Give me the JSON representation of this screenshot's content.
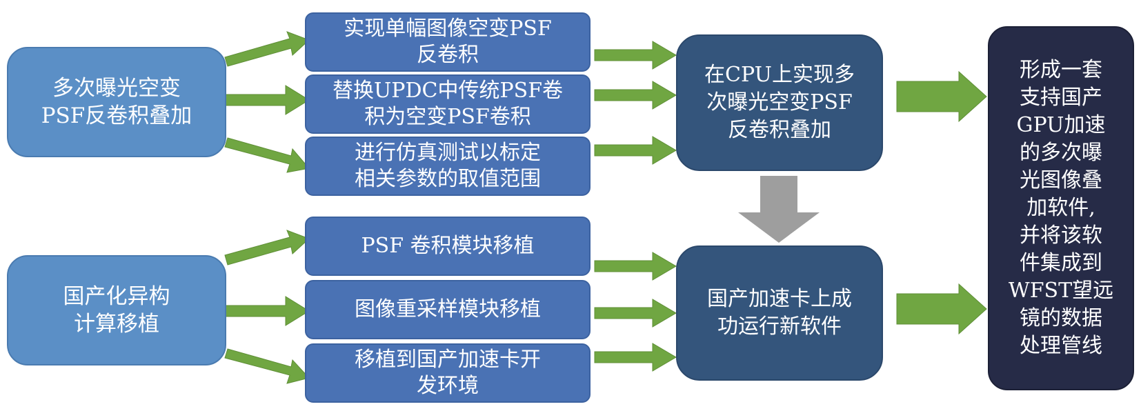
{
  "diagram": {
    "sources": [
      {
        "id": "src1",
        "label": "多次曝光空变\nPSF反卷积叠加"
      },
      {
        "id": "src2",
        "label": "国产化异构\n计算移植"
      }
    ],
    "steps_group1": [
      {
        "label": "实现单幅图像空变PSF\n反卷积"
      },
      {
        "label": "替换UPDC中传统PSF卷\n积为空变PSF卷积"
      },
      {
        "label": "进行仿真测试以标定\n相关参数的取值范围"
      }
    ],
    "steps_group2": [
      {
        "label": "PSF 卷积模块移植"
      },
      {
        "label": "图像重采样模块移植"
      },
      {
        "label": "移植到国产加速卡开\n发环境"
      }
    ],
    "intermediate": [
      {
        "label": "在CPU上实现多\n次曝光空变PSF\n反卷积叠加"
      },
      {
        "label": "国产加速卡上成\n功运行新软件"
      }
    ],
    "goal": {
      "label": "形成一套\n支持国产\nGPU加速\n的多次曝\n光图像叠\n加软件,\n并将该软\n件集成到\nWFST望远\n镜的数据\n处理管线"
    },
    "colors": {
      "source_box": "#5b8fc6",
      "step_box": "#4a72b4",
      "intermediate_box": "#34557c",
      "goal_box": "#262b47",
      "green_arrow": "#70a642",
      "gray_arrow": "#9e9e9e"
    }
  }
}
